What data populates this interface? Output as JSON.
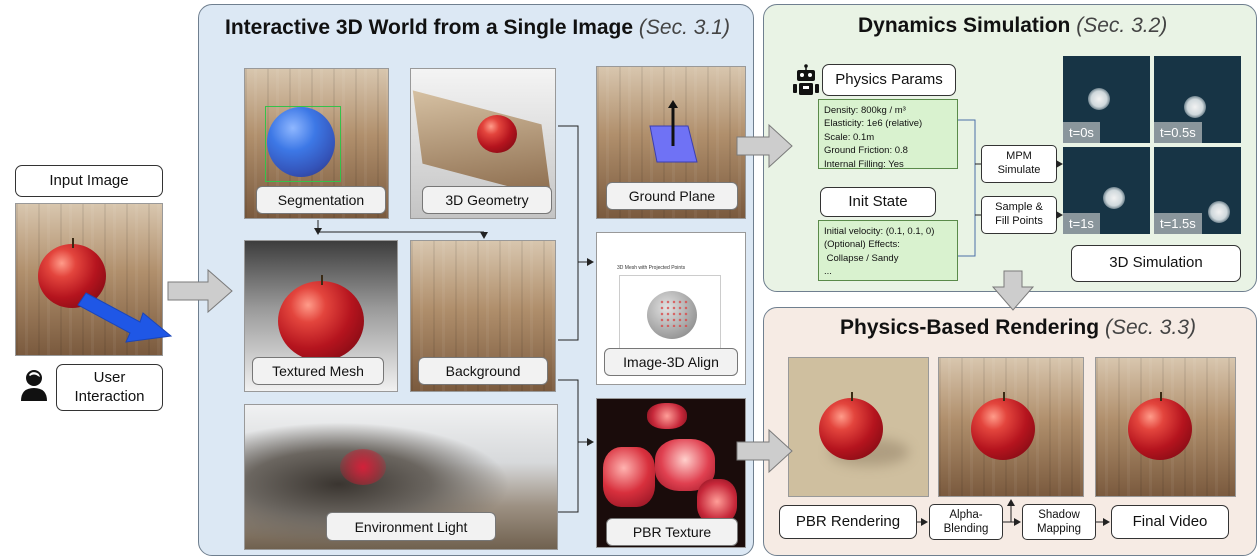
{
  "input": {
    "title": "Input Image",
    "user_interaction": "User\nInteraction"
  },
  "world": {
    "title": "Interactive 3D World from a Single Image",
    "sec": "(Sec. 3.1)",
    "labels": {
      "segmentation": "Segmentation",
      "geometry": "3D Geometry",
      "ground_plane": "Ground Plane",
      "textured_mesh": "Textured Mesh",
      "background": "Background",
      "align": "Image-3D Align",
      "env_light": "Environment Light",
      "pbr_texture": "PBR Texture"
    },
    "align_plot_title": "3D Mesh with Projected Points"
  },
  "dynamics": {
    "title": "Dynamics Simulation",
    "sec": "(Sec. 3.2)",
    "physics_params_label": "Physics Params",
    "params": [
      "Density: 800kg / m³",
      "Elasticity: 1e6 (relative)",
      "Scale: 0.1m",
      "Ground Friction: 0.8",
      "Internal Filling: Yes"
    ],
    "init_state_label": "Init State",
    "init": [
      "Initial velocity: (0.1, 0.1, 0)",
      "(Optional) Effects:",
      " Collapse / Sandy",
      "..."
    ],
    "mpm": "MPM\nSimulate",
    "sample": "Sample &\nFill Points",
    "sim_label": "3D Simulation",
    "times": [
      "t=0s",
      "t=0.5s",
      "t=1s",
      "t=1.5s"
    ]
  },
  "rendering": {
    "title": "Physics-Based Rendering",
    "sec": "(Sec. 3.3)",
    "pbr": "PBR Rendering",
    "alpha": "Alpha-\nBlending",
    "shadow": "Shadow\nMapping",
    "final": "Final Video"
  },
  "colors": {
    "world_bg": "#dce8f4",
    "dynamics_bg": "#e9f3e5",
    "rendering_bg": "#f6ebe4",
    "params_bg": "#d9f2cf",
    "sim_bg": "#173445",
    "arrow_fill": "#cdcdcd",
    "drag_arrow": "#1f57e6"
  }
}
